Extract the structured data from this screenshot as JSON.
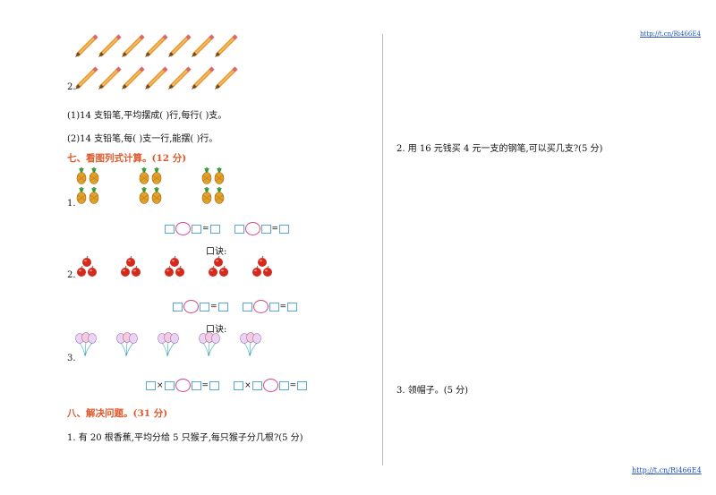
{
  "link_top": "http://t.cn/Ri466E4",
  "link_bottom": "http://t.cn/Ri466E4",
  "pencils": {
    "item_label": "2.",
    "per_row": 7
  },
  "q1": "(1)14 支铅笔,平均摆成(    )行,每行(    )支。",
  "q2": "(2)14 支铅笔,每(    )支一行,能摆(    )行。",
  "section7": "七、看图列式计算。(12 分)",
  "s7_item1_label": "1.",
  "s7_item2_label": "2.",
  "s7_item3_label": "3.",
  "koujue1": "口诀:",
  "koujue2": "口诀:",
  "eq_equals": "=",
  "eq_times": "×",
  "section8": "八、解决问题。(31 分)",
  "problem1": "1. 有 20 根香蕉,平均分给 5 只猴子,每只猴子分几根?(5 分)",
  "problem2": "2. 用 16 元钱买 4 元一支的钢笔,可以买几支?(5 分)",
  "problem3": "3. 领帽子。(5 分)",
  "colors": {
    "section": "#e0582a",
    "box": "#5aa7d6",
    "circle": "#d8438a",
    "pencil": "#e8962e",
    "apple": "#d42a1e",
    "pineapple": "#e0a02a",
    "balloon": "#c9a6dc"
  }
}
